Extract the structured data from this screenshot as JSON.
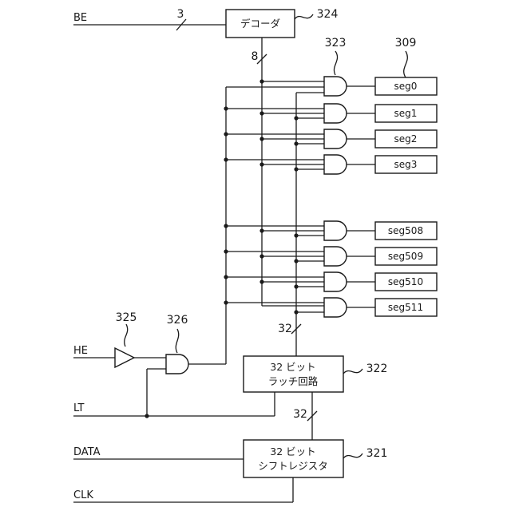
{
  "signals": {
    "be": "BE",
    "he": "HE",
    "lt": "LT",
    "data": "DATA",
    "clk": "CLK"
  },
  "bus_widths": {
    "be_bus": "3",
    "decoder_bus": "8",
    "latch_out_bus": "32",
    "shift_out_bus": "32"
  },
  "blocks": {
    "decoder": "デコーダ",
    "latch_line1": "32 ビット",
    "latch_line2": "ラッチ回路",
    "shift_line1": "32 ビット",
    "shift_line2": "シフトレジスタ"
  },
  "refs": {
    "r321": "321",
    "r322": "322",
    "r323": "323",
    "r324": "324",
    "r325": "325",
    "r326": "326",
    "r309": "309"
  },
  "outputs": [
    "seg0",
    "seg1",
    "seg2",
    "seg3",
    "seg508",
    "seg509",
    "seg510",
    "seg511"
  ]
}
